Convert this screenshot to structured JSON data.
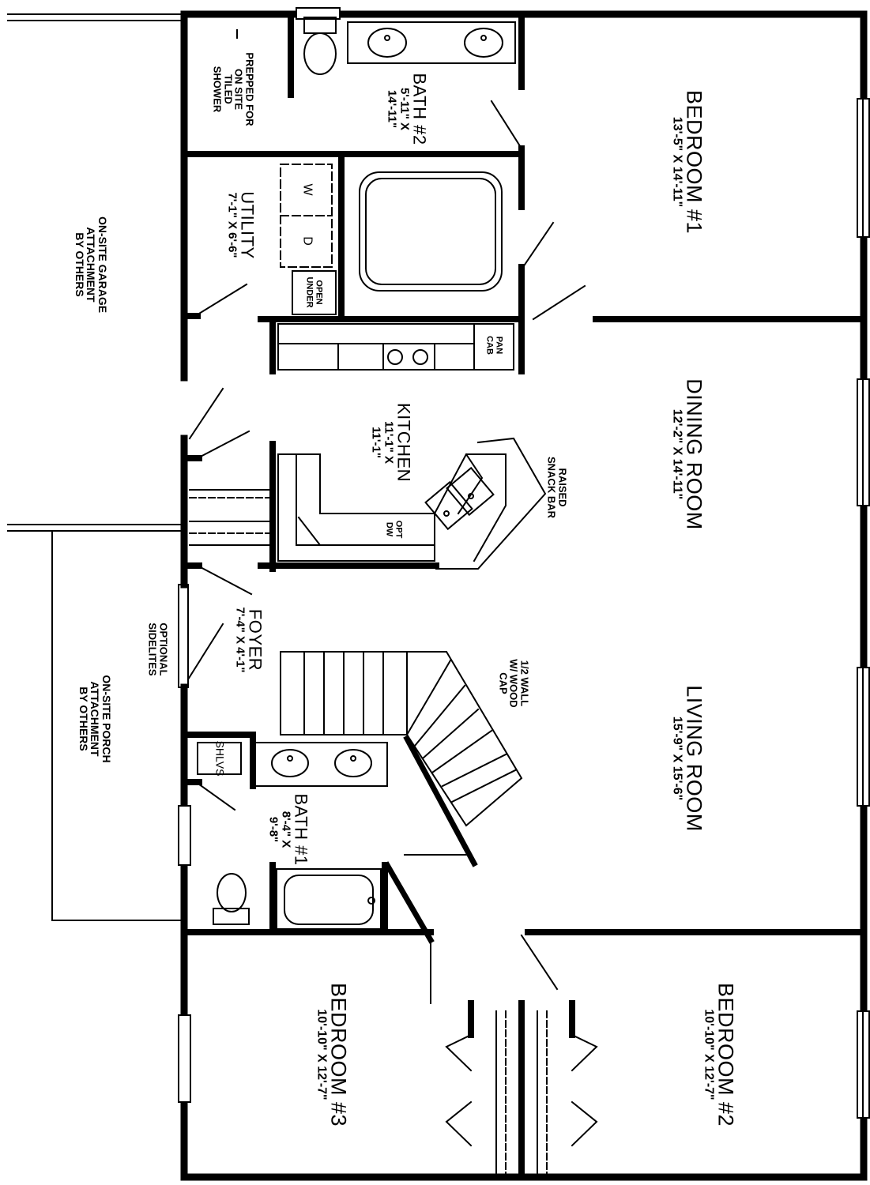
{
  "rooms": {
    "bedroom1": {
      "name": "BEDROOM #1",
      "dims": "13'-5\" X 14'-11\""
    },
    "dining": {
      "name": "DINING ROOM",
      "dims": "12'-2\" X 14'-11\""
    },
    "living": {
      "name": "LIVING ROOM",
      "dims": "15'-9\" X 15'-6\""
    },
    "bedroom2": {
      "name": "BEDROOM #2",
      "dims": "10'-10\" X 12'-7\""
    },
    "bedroom3": {
      "name": "BEDROOM #3",
      "dims": "10'-10\" X 12'-7\""
    },
    "bath2": {
      "name": "BATH #2",
      "dims1": "5'-11\" X",
      "dims2": "14'-11\""
    },
    "bath1": {
      "name": "BATH #1",
      "dims1": "8'-4\" X",
      "dims2": "9'-8\""
    },
    "utility": {
      "name": "UTILITY",
      "dims": "7'-1\" X 6'-6\""
    },
    "kitchen": {
      "name": "KITCHEN",
      "dims1": "11'-1\" X",
      "dims2": "11'-1\""
    },
    "foyer": {
      "name": "FOYER",
      "dims": "7'-4\" X 4'-1\""
    }
  },
  "notes": {
    "shower": [
      "PREPPED FOR",
      "ON SITE",
      "TILED",
      "SHOWER"
    ],
    "garage": [
      "ON-SITE GARAGE",
      "ATTACHMENT",
      "BY OTHERS"
    ],
    "porch": [
      "ON-SITE PORCH",
      "ATTACHMENT",
      "BY OTHERS"
    ],
    "sidelites": [
      "OPTIONAL",
      "SIDELITES"
    ],
    "snack": [
      "RAISED",
      "SNACK BAR"
    ],
    "halfwall": [
      "1/2 WALL",
      "W/ WOOD",
      "CAP"
    ],
    "open_under": [
      "OPEN",
      "UNDER"
    ],
    "pan_cab": [
      "PAN",
      "CAB"
    ],
    "opt_dw": [
      "OPT",
      "DW"
    ],
    "shlvs": "SHLVS",
    "washer": "W",
    "dryer": "D"
  }
}
